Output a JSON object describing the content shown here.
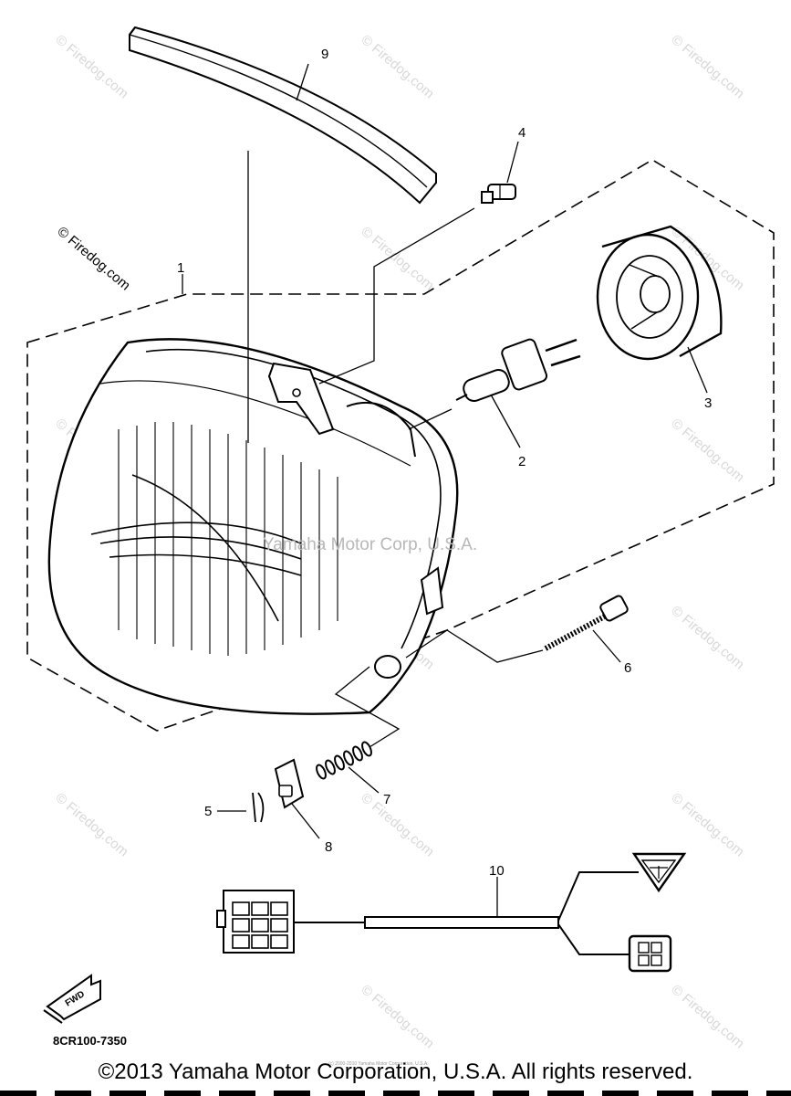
{
  "diagram": {
    "callouts": {
      "p1": "1",
      "p2": "2",
      "p3": "3",
      "p4": "4",
      "p5": "5",
      "p6": "6",
      "p7": "7",
      "p8": "8",
      "p9": "9",
      "p10": "10"
    },
    "part_code": "8CR100-7350",
    "fwd_label": "FWD",
    "center_watermark": "Yamaha Motor Corp, U.S.A.",
    "small_print": "(c) 2000-2010 Yamaha Motor Corporation, U.S.A.",
    "watermark_text": "© Firedog.com"
  },
  "footer": {
    "copyright": "©2013 Yamaha Motor Corporation, U.S.A. All rights reserved."
  }
}
